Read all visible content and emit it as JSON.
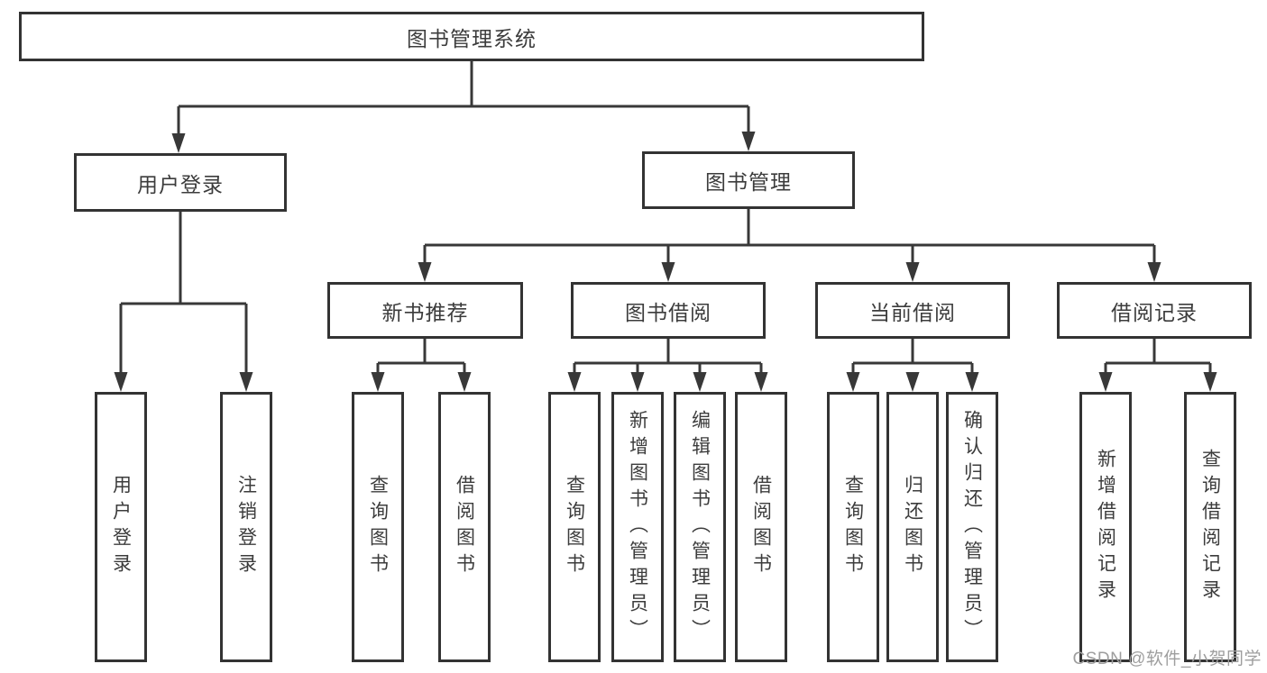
{
  "diagram": {
    "root": "图书管理系统",
    "level2": [
      "用户登录",
      "图书管理"
    ],
    "level3": [
      "新书推荐",
      "图书借阅",
      "当前借阅",
      "借阅记录"
    ],
    "leaves": {
      "user_login": [
        "用户登录",
        "注销登录"
      ],
      "new_book_recommend": [
        "查询图书",
        "借阅图书"
      ],
      "book_borrow": [
        "查询图书",
        "新增图书（管理员）",
        "编辑图书（管理员）",
        "借阅图书"
      ],
      "current_borrow": [
        "查询图书",
        "归还图书",
        "确认归还（管理员）"
      ],
      "borrow_records": [
        "新增借阅记录",
        "查询借阅记录"
      ]
    }
  },
  "watermark": "CSDN @软件_小贺同学",
  "colors": {
    "line": "#383838",
    "border": "#333333",
    "text": "#3c3c3c",
    "watermark": "#9e9e9e"
  }
}
